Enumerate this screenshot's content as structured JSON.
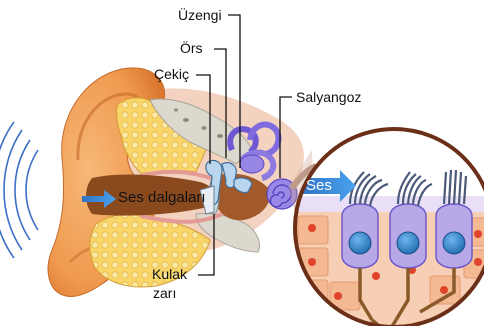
{
  "labels": {
    "uzengi": "Üzengi",
    "ors": "Örs",
    "cekic": "Çekiç",
    "salyangoz": "Salyangoz",
    "kulak_line1": "Kulak",
    "kulak_line2": "zarı",
    "ses_dalgalari": "Ses dalgaları",
    "ses": "Ses"
  },
  "colors": {
    "skin": "#f2a35e",
    "skin_dark": "#d9772f",
    "canal": "#8a4a1e",
    "bone": "#f6c74a",
    "bone_light": "#fbe29a",
    "gray_bone": "#d9d6cc",
    "pink": "#e9a3a0",
    "ossicle": "#b5d4ee",
    "cochlea": "#8d7ae0",
    "wave": "#3d6fc6",
    "arrow": "#3a86d8",
    "cell_body": "#b8a8e8",
    "nucleus": "#2f86cf",
    "tissue": "#f4c7a8",
    "dot": "#e0452a",
    "magnifier_border": "#6b2f17",
    "nerve": "#8a5a2a"
  }
}
